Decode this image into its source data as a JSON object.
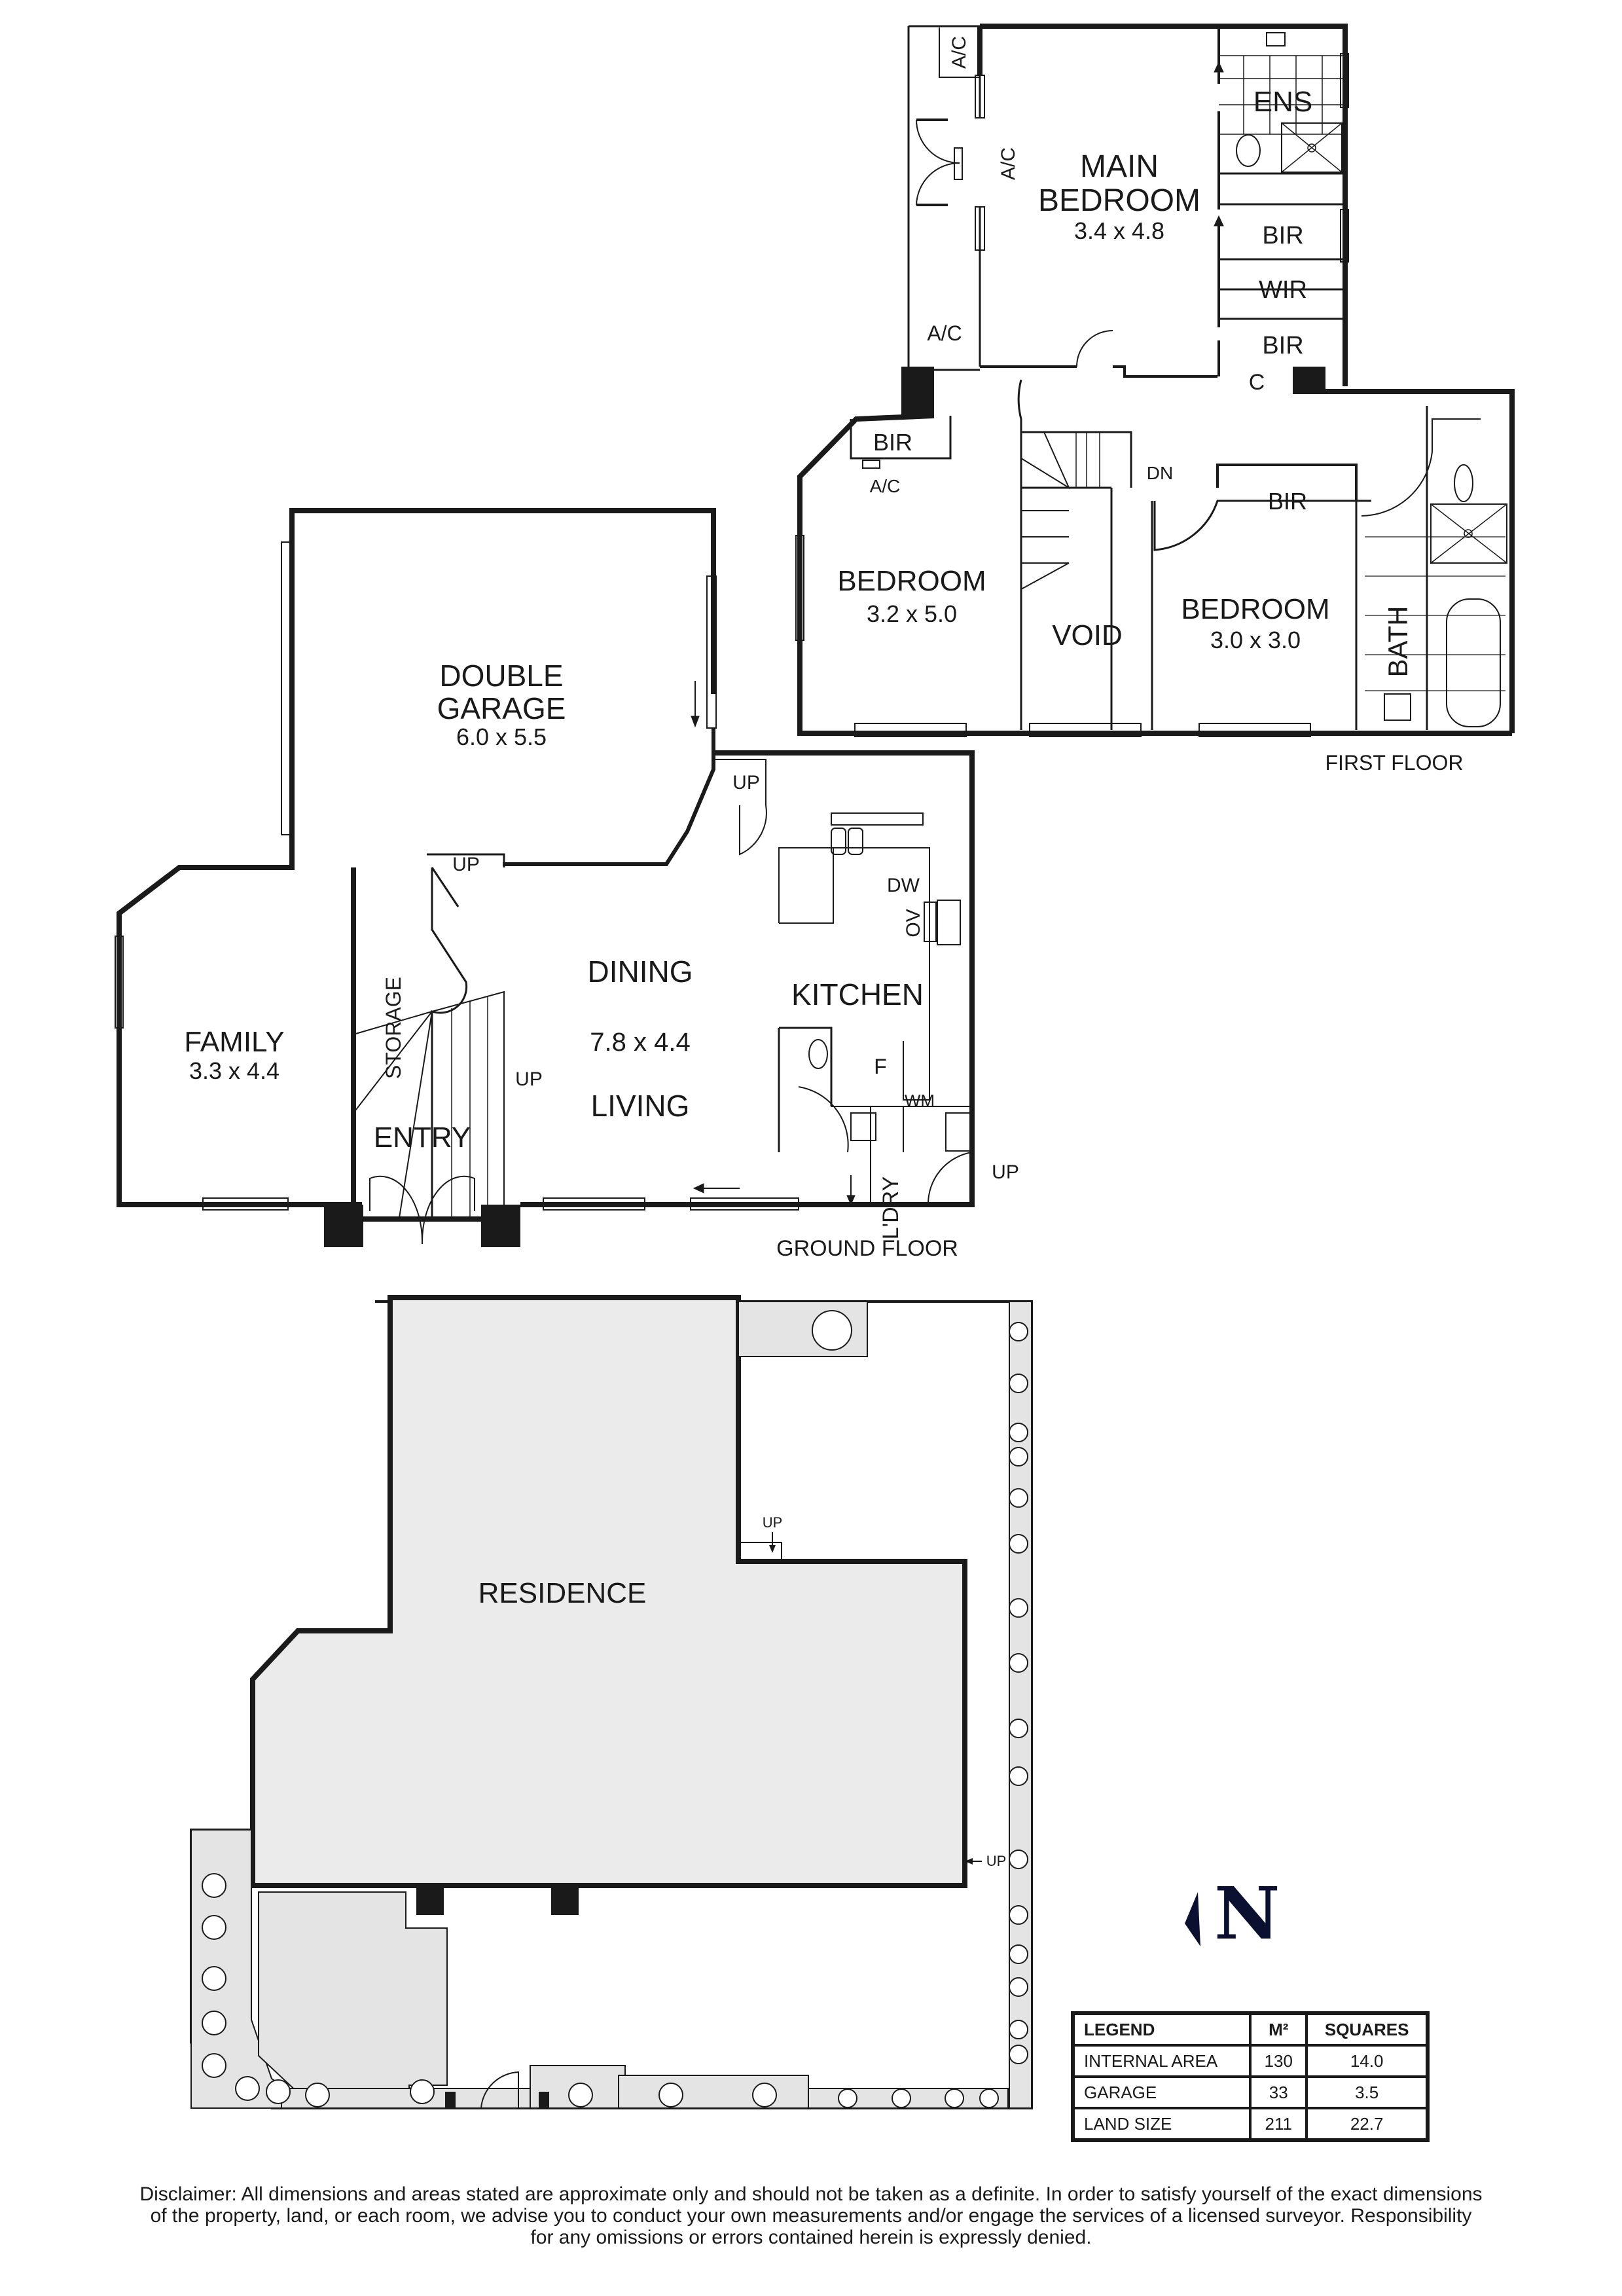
{
  "floors": {
    "first_floor": {
      "title": "FIRST FLOOR",
      "rooms": [
        {
          "name": "MAIN",
          "name2": "BEDROOM",
          "size": "3.4 x 4.8"
        },
        {
          "name": "ENS"
        },
        {
          "name": "BIR",
          "id": "bir-main-1"
        },
        {
          "name": "WIR"
        },
        {
          "name": "BIR",
          "id": "bir-main-2"
        },
        {
          "name": "C"
        },
        {
          "name": "BIR",
          "id": "bir-bed2"
        },
        {
          "name": "BEDROOM",
          "size": "3.2 x 5.0"
        },
        {
          "name": "VOID"
        },
        {
          "name": "BIR",
          "id": "bir-bed3"
        },
        {
          "name": "BEDROOM",
          "size": "3.0 x 3.0"
        },
        {
          "name": "BATH"
        }
      ],
      "annotations": {
        "ac1": "A/C",
        "ac2": "A/C",
        "ac3": "A/C",
        "ac4": "A/C",
        "dn": "DN"
      }
    },
    "ground_floor": {
      "title": "GROUND FLOOR",
      "rooms": [
        {
          "name": "DOUBLE",
          "name2": "GARAGE",
          "size": "6.0 x 5.5"
        },
        {
          "name": "FAMILY",
          "size": "3.3 x 4.4"
        },
        {
          "name": "STORAGE"
        },
        {
          "name": "DINING"
        },
        {
          "name": "7.8 x 4.4"
        },
        {
          "name": "LIVING"
        },
        {
          "name": "KITCHEN"
        },
        {
          "name": "ENTRY"
        },
        {
          "name": "L'DRY"
        }
      ],
      "annotations": {
        "up1": "UP",
        "up2": "UP",
        "up3": "UP",
        "up4": "UP",
        "dw": "DW",
        "ov": "OV",
        "f": "F",
        "wm": "WM"
      }
    },
    "site_plan": {
      "residence_label": "RESIDENCE",
      "up1": "UP",
      "up2": "UP"
    }
  },
  "compass": {
    "label": "N",
    "color": "#0b1030"
  },
  "legend": {
    "headers": [
      "LEGEND",
      "M²",
      "SQUARES"
    ],
    "rows": [
      {
        "label": "INTERNAL AREA",
        "m2": "130",
        "squares": "14.0"
      },
      {
        "label": "GARAGE",
        "m2": "33",
        "squares": "3.5"
      },
      {
        "label": "LAND SIZE",
        "m2": "211",
        "squares": "22.7"
      }
    ]
  },
  "disclaimer": {
    "line1": "Disclaimer: All dimensions and areas stated are approximate only and should not be taken as a definite. In order to satisfy yourself of the exact dimensions",
    "line2": "of the property, land, or each room, we advise you to conduct your own measurements and/or engage the services of a licensed surveyor. Responsibility",
    "line3": "for any omissions or errors contained herein is expressly denied."
  },
  "colors": {
    "wall": "#1a1a1a",
    "fill_site": "#ebebeb",
    "garden": "#e4e4e4"
  }
}
